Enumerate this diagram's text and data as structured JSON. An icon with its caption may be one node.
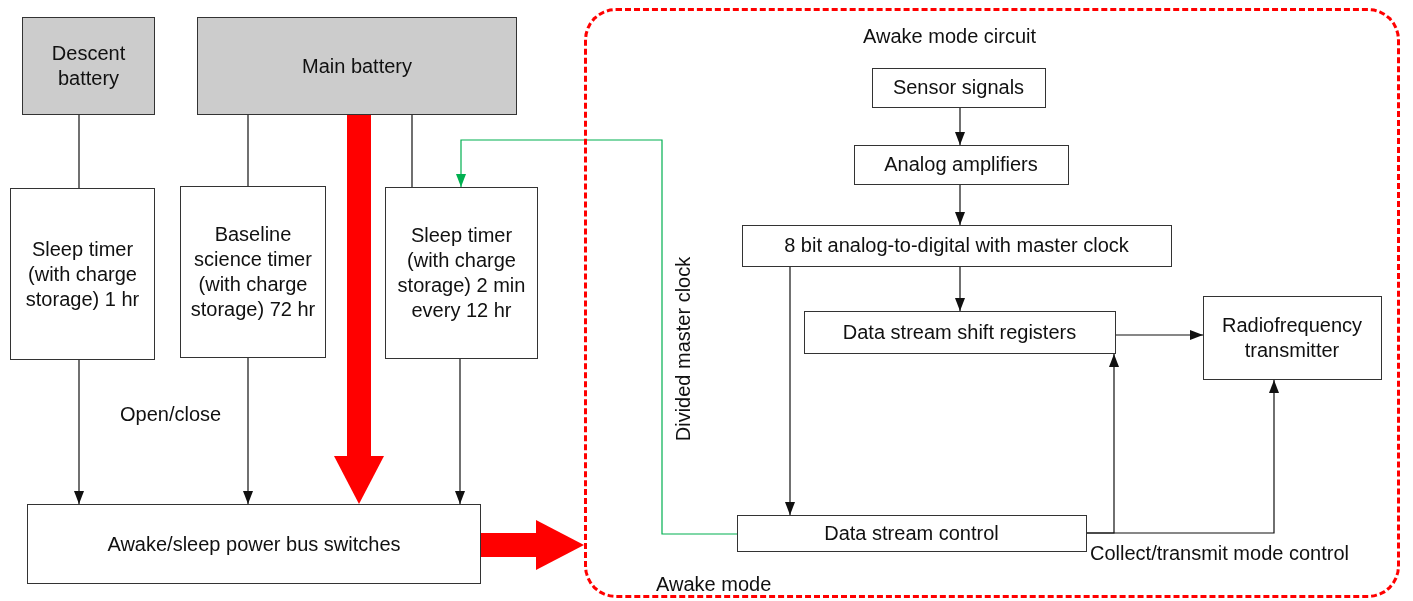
{
  "diagram": {
    "nodes": [
      {
        "text": [
          "Descent battery"
        ]
      },
      {
        "text": [
          "Main battery"
        ]
      },
      {
        "text": [
          "Sleep timer (with charge storage) 1 hr"
        ]
      },
      {
        "text": [
          "Baseline science timer (with charge storage) 72 hr"
        ]
      },
      {
        "text": [
          "Sleep timer (with charge storage) 2 min every 12 hr"
        ]
      },
      {
        "text": [
          "Awake/sleep power bus switches"
        ]
      },
      {
        "text": [
          "Awake mode circuit",
          "Awake mode"
        ]
      },
      {
        "text": [
          "Sensor signals"
        ],
        "in": 6
      },
      {
        "text": [
          "Analog amplifiers"
        ],
        "in": 6
      },
      {
        "text": [
          "8 bit analog-to-digital with master clock"
        ],
        "in": 6
      },
      {
        "text": [
          "Data stream shift registers"
        ],
        "in": 6
      },
      {
        "text": [
          "Radiofrequency transmitter"
        ],
        "in": 6
      },
      {
        "text": [
          "Data stream control"
        ],
        "in": 6
      }
    ],
    "edges": [
      {
        "from": 0,
        "to": 2,
        "arrow": "none"
      },
      {
        "from": 1,
        "to": 3,
        "arrow": "none"
      },
      {
        "from": 1,
        "to": 4,
        "arrow": "none"
      },
      {
        "from": 1,
        "to": 5,
        "arrow": "to",
        "style": "thick",
        "color": "#ff0000"
      },
      {
        "from": 2,
        "to": 5,
        "arrow": "to"
      },
      {
        "from": 3,
        "to": 5,
        "arrow": "to"
      },
      {
        "from": 4,
        "to": 5,
        "arrow": "to"
      },
      {
        "from": 5,
        "to": 6,
        "arrow": "to",
        "style": "thick",
        "color": "#ff0000"
      },
      {
        "from": 12,
        "to": 4,
        "arrow": "to",
        "label": "Divided master clock",
        "color": "#00b050"
      },
      {
        "from": 7,
        "to": 8,
        "arrow": "to"
      },
      {
        "from": 8,
        "to": 9,
        "arrow": "to"
      },
      {
        "from": 9,
        "to": 10,
        "arrow": "to"
      },
      {
        "from": 9,
        "to": 12,
        "arrow": "to"
      },
      {
        "from": 10,
        "to": 11,
        "arrow": "to"
      },
      {
        "from": 12,
        "to": 10,
        "arrow": "to"
      },
      {
        "from": 12,
        "to": 11,
        "arrow": "to",
        "label": "Collect/transmit mode control"
      }
    ],
    "labels": [
      "Open/close"
    ]
  }
}
